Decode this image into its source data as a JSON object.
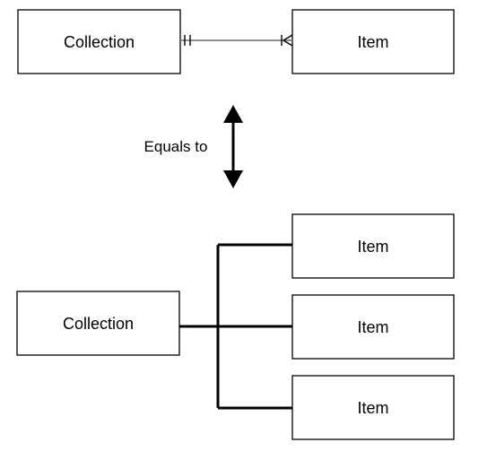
{
  "top_relation": {
    "left_entity": "Collection",
    "right_entity": "Item",
    "left_cardinality": "one-and-only-one",
    "right_cardinality": "one-or-many"
  },
  "equivalence": {
    "label": "Equals to",
    "arrow_icon": "double-arrow-vertical-icon"
  },
  "bottom_relation": {
    "parent": "Collection",
    "children": [
      "Item",
      "Item",
      "Item"
    ]
  },
  "colors": {
    "stroke": "#000000",
    "relation_line": "#7f7f7f",
    "background": "#ffffff",
    "text": "#000000"
  }
}
